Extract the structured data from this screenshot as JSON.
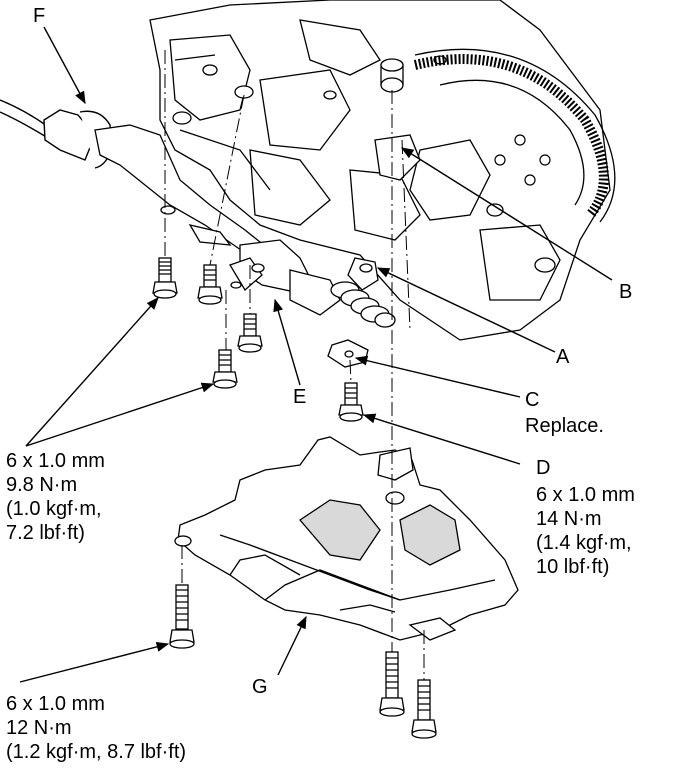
{
  "callouts": {
    "a": "A",
    "b": "B",
    "c": "C",
    "c_note": "Replace.",
    "d": "D",
    "e": "E",
    "f": "F",
    "g": "G"
  },
  "specs": {
    "left_bolts": [
      "6 x 1.0 mm",
      "9.8 N·m",
      "(1.0 kgf·m,",
      "7.2 lbf·ft)"
    ],
    "d_bolt": [
      "6 x 1.0 mm",
      "14 N·m",
      "(1.4 kgf·m,",
      "10 lbf·ft)"
    ],
    "g_bolts": [
      "6 x 1.0 mm",
      "12 N·m",
      "(1.2 kgf·m, 8.7 lbf·ft)"
    ]
  },
  "colors": {
    "ink": "#000000",
    "paper": "#ffffff",
    "shade": "#d9d9d9"
  }
}
